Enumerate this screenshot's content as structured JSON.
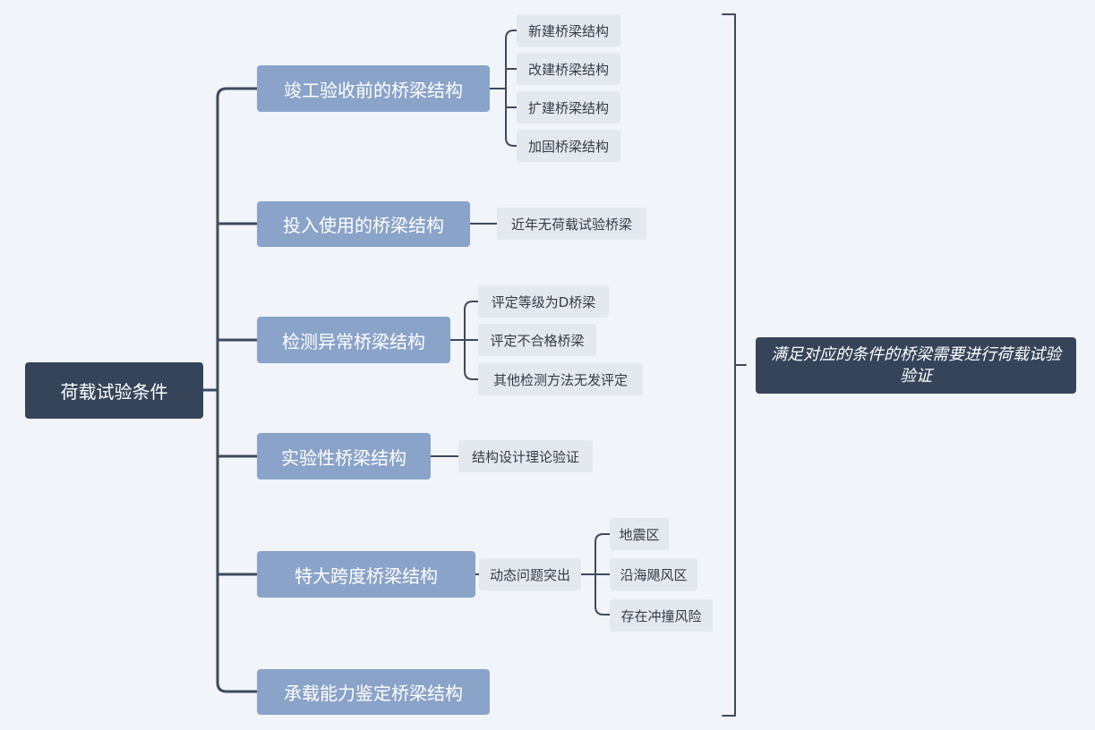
{
  "root": "荷载试验条件",
  "branches": [
    {
      "label": "竣工验收前的桥梁结构",
      "children": [
        "新建桥梁结构",
        "改建桥梁结构",
        "扩建桥梁结构",
        "加固桥梁结构"
      ]
    },
    {
      "label": "投入使用的桥梁结构",
      "children": [
        "近年无荷载试验桥梁"
      ]
    },
    {
      "label": "检测异常桥梁结构",
      "children": [
        "评定等级为D桥梁",
        "评定不合格桥梁",
        "其他检测方法无发评定"
      ]
    },
    {
      "label": "实验性桥梁结构",
      "children": [
        "结构设计理论验证"
      ]
    },
    {
      "label": "特大跨度桥梁结构",
      "middle": "动态问题突出",
      "children": [
        "地震区",
        "沿海飓风区",
        "存在冲撞风险"
      ]
    },
    {
      "label": "承载能力鉴定桥梁结构",
      "children": []
    }
  ],
  "summary": {
    "line1": "满足对应的条件的桥梁需要进行荷载试验",
    "line2": "验证"
  },
  "colors": {
    "background": "#f1f4f9",
    "root": "#354459",
    "branch": "#8aa3c9",
    "leaf": "#e4e9f0",
    "connector": "#3d4a5e"
  }
}
